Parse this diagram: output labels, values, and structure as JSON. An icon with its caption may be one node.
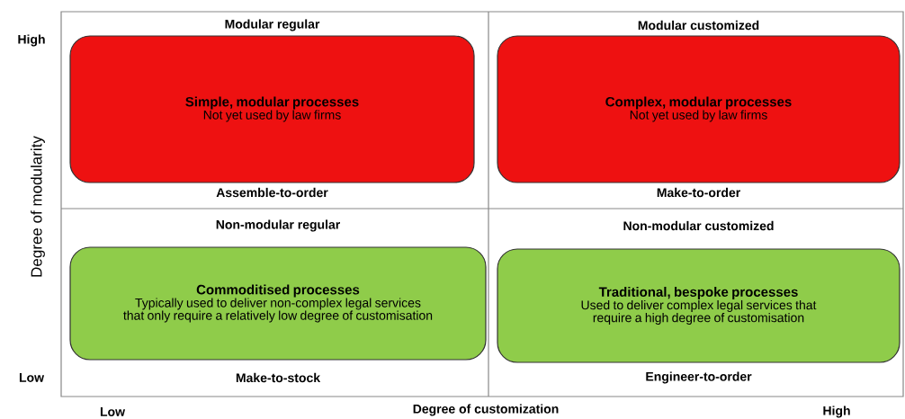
{
  "diagram": {
    "nodes": [
      {
        "text": [
          "Simple, modular processes",
          "Not yet used by law firms"
        ],
        "beside": [
          "Modular regular",
          "Assemble-to-order"
        ]
      },
      {
        "text": [
          "Complex, modular processes",
          "Not yet used by law firms"
        ],
        "beside": [
          "Modular customized",
          "Make-to-order"
        ]
      },
      {
        "text": [
          "Commoditised processes",
          "Typically used to deliver non-complex legal services that only require a relatively low degree of customisation"
        ],
        "beside": [
          "Non-modular regular",
          "Make-to-stock"
        ]
      },
      {
        "text": [
          "Traditional, bespoke processes",
          "Used to deliver complex legal services that require a high degree of customisation"
        ],
        "beside": [
          "Non-modular customized",
          "Engineer-to-order"
        ]
      }
    ],
    "labels": [
      "High",
      "Degree of modularity",
      "Low",
      "Low",
      "Degree of customization",
      "High"
    ]
  }
}
